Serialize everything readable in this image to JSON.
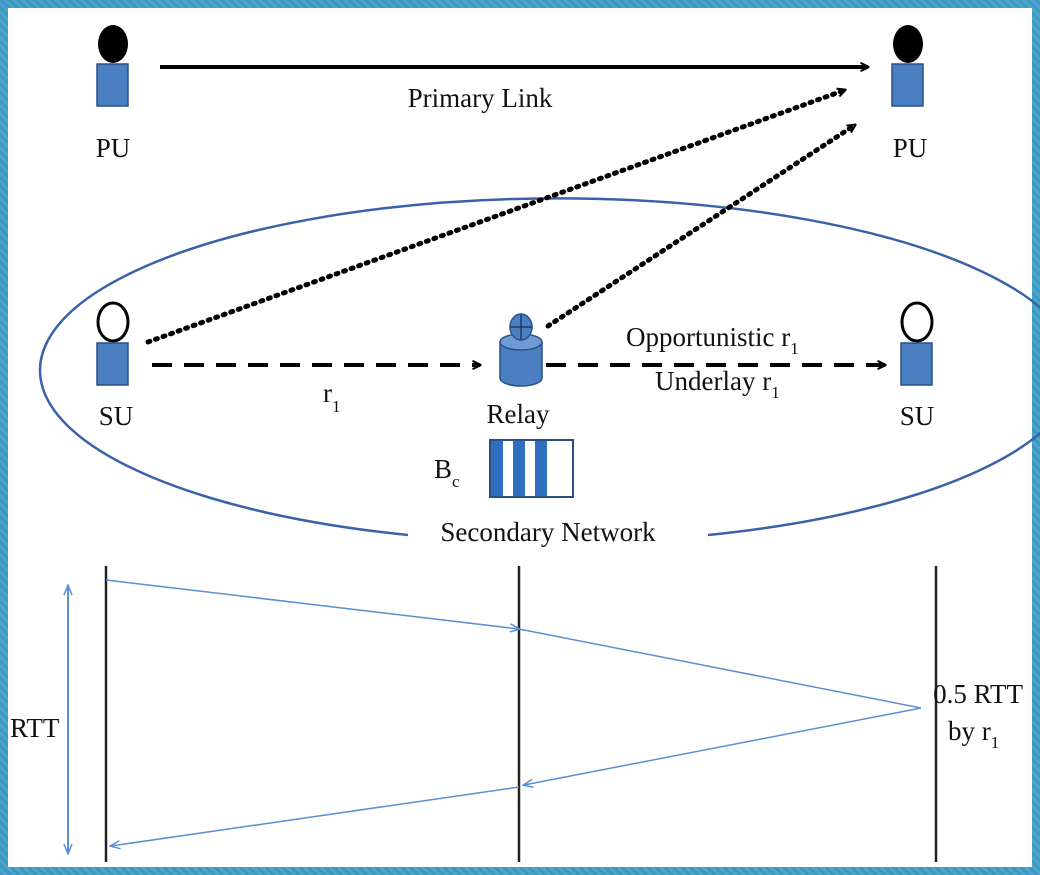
{
  "labels": {
    "primary_link": "Primary Link",
    "pu_left": "PU",
    "pu_right": "PU",
    "su_left": "SU",
    "su_right": "SU",
    "relay": "Relay",
    "r1_main": "r",
    "r1_sub": "1",
    "opportunistic": "Opportunistic r",
    "opportunistic_sub": "1",
    "underlay": "Underlay r",
    "underlay_sub": "1",
    "buffer_main": "B",
    "buffer_sub": "c",
    "secondary_network": "Secondary Network",
    "rtt": "RTT",
    "half_rtt_line1": "0.5 RTT",
    "half_rtt_line2_main": "by r",
    "half_rtt_line2_sub": "1"
  },
  "colors": {
    "node_fill": "#4a7fc1",
    "node_stroke": "#2a4f86",
    "timing_line": "#5b8fd0",
    "ellipse": "#3a62a8",
    "background": "#ffffff",
    "frame": "#3f9cc4"
  }
}
